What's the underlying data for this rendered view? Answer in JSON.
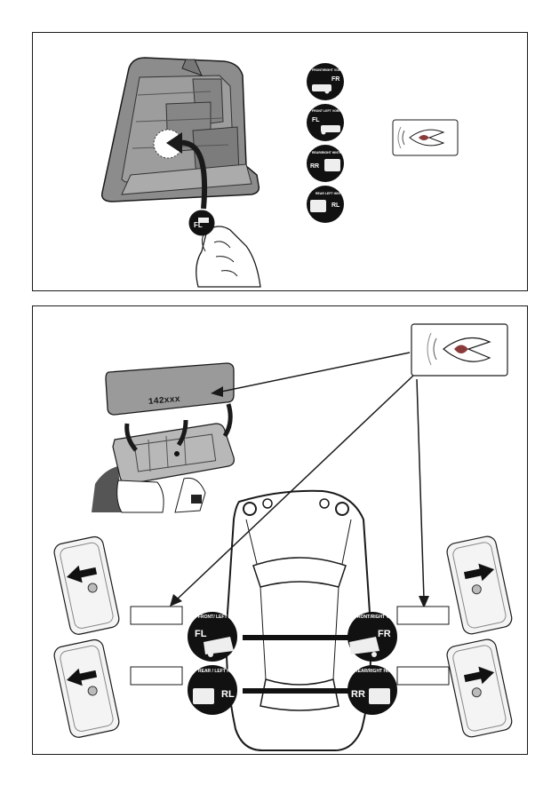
{
  "top_panel": {
    "sticker_in_hand": {
      "code": "FL"
    },
    "badges": [
      {
        "code": "FR",
        "text": "FRONT/RIGHT VORNE/RECHTS"
      },
      {
        "code": "FL",
        "text": "FRONT LEFT VORNE LINKS"
      },
      {
        "code": "RR",
        "text": "REAR/RIGHT HINTEN/RECHTS"
      },
      {
        "code": "RL",
        "text": "REAR LEFT HINTEN LINKS"
      }
    ],
    "eye_icon": "inspect-eye-icon"
  },
  "bottom_panel": {
    "sensor_label": "142xxx",
    "eye_icon": "inspect-eye-icon",
    "badges": {
      "fl": {
        "code": "FL",
        "text": "FRONT/ LEFT VORNE/ LINKS"
      },
      "fr": {
        "code": "FR",
        "text": "FRONT/RIGHT VORNE/RECHTS"
      },
      "rl": {
        "code": "RL",
        "text": "REAR / LEFT HINTEN/ LINKS"
      },
      "rr": {
        "code": "RR",
        "text": "REAR/RIGHT HINTEN/RECHTS"
      }
    },
    "write_boxes": [
      "",
      "",
      "",
      ""
    ]
  },
  "colors": {
    "line": "#1a1a1a",
    "badge_fill": "#111111",
    "panel_border": "#1a1a1a",
    "sensor_grey": "#9a9a9a",
    "eye_iris": "#8a3a3a"
  }
}
